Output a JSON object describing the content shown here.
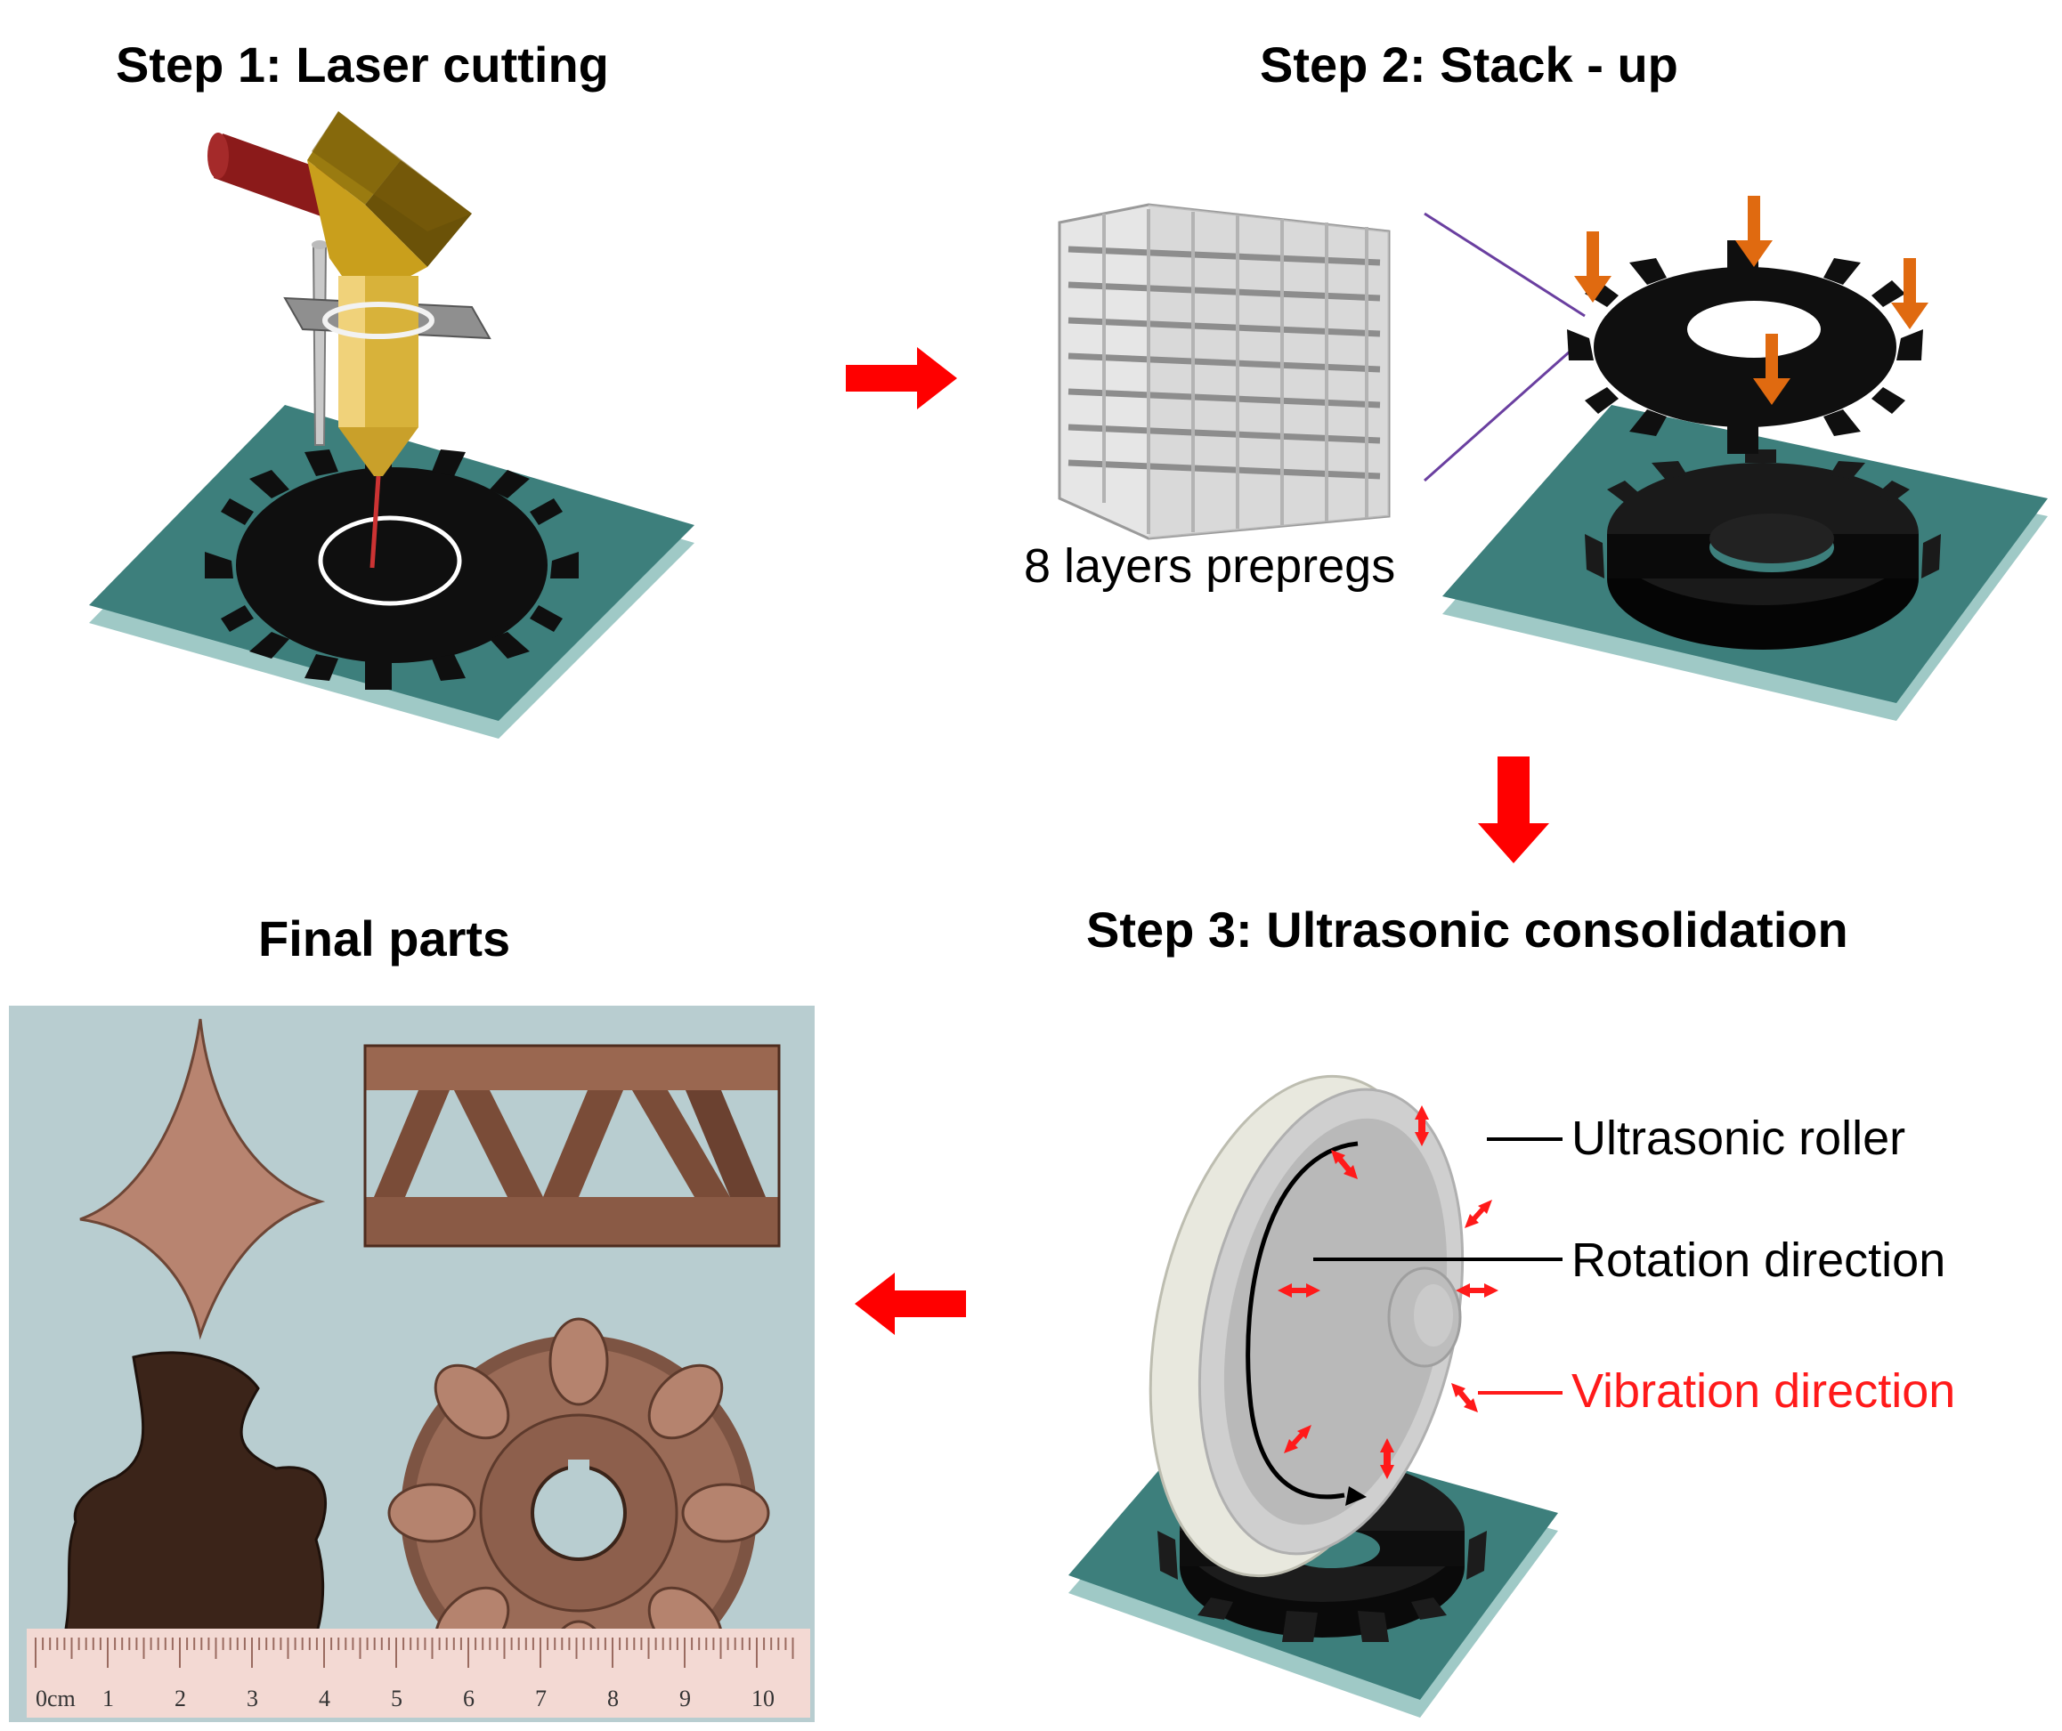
{
  "steps": {
    "step1_title": "Step 1: Laser cutting",
    "step2_title": "Step 2: Stack - up",
    "step3_title": "Step 3: Ultrasonic consolidation",
    "final_title": "Final parts"
  },
  "labels": {
    "prepregs": "8 layers prepregs",
    "roller": "Ultrasonic roller",
    "rotation": "Rotation direction",
    "vibration": "Vibration direction"
  },
  "ruler": {
    "unit": "cm",
    "ticks": [
      "0",
      "1",
      "2",
      "3",
      "4",
      "5",
      "6",
      "7",
      "8",
      "9",
      "10"
    ]
  },
  "colors": {
    "flow_arrow": "#ff0000",
    "press_arrow": "#e06a10",
    "plate": "#3d7f7c",
    "gear": "#0f0f0f",
    "vibration": "#ff1a1a",
    "connector": "#6a3fa0",
    "photo_bg": "#b8cdd0",
    "composite": "#8a5a45"
  }
}
